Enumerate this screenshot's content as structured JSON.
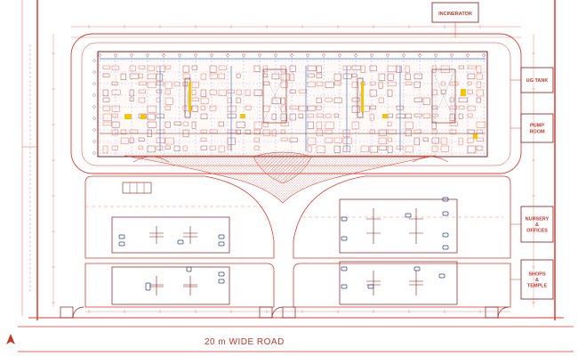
{
  "plan": {
    "road_label": "20 m WIDE ROAD",
    "incinerator_label": "INCINERATOR",
    "facilities": [
      {
        "key": "ug_tank",
        "lines": [
          "UG TANK"
        ]
      },
      {
        "key": "pump_room",
        "lines": [
          "PUMP",
          "ROOM"
        ]
      },
      {
        "key": "nursery",
        "lines": [
          "NURSERY",
          "&",
          "OFFICES"
        ]
      },
      {
        "key": "shops",
        "lines": [
          "SHOPS",
          "&",
          "TEMPLE"
        ]
      }
    ],
    "colors": {
      "line": "#e03a2f",
      "dark_line": "#8b1a1a",
      "gray": "#9aa0a6",
      "grid": "#3a7bd5",
      "yellow": "#f1c40f",
      "car": "#2c3e7a"
    }
  }
}
